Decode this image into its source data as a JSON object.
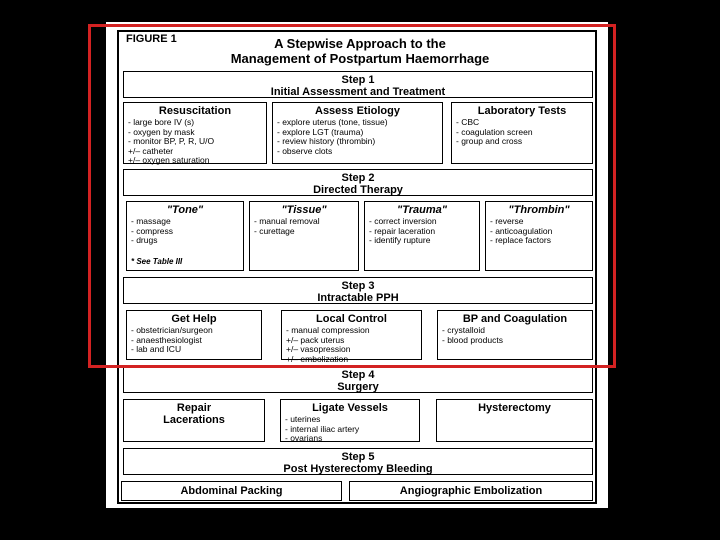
{
  "figure": {
    "label": "FIGURE 1",
    "title_line1": "A Stepwise Approach to the",
    "title_line2": "Management of Postpartum Haemorrhage"
  },
  "step1": {
    "number": "Step 1",
    "name": "Initial Assessment and Treatment",
    "boxes": [
      {
        "title": "Resuscitation",
        "items": [
          "- large bore IV (s)",
          "- oxygen by mask",
          "- monitor BP, P, R, U/O",
          "+/– catheter",
          "+/– oxygen saturation"
        ]
      },
      {
        "title": "Assess Etiology",
        "items": [
          "- explore uterus (tone, tissue)",
          "- explore LGT (trauma)",
          "- review history (thrombin)",
          "- observe clots"
        ]
      },
      {
        "title": "Laboratory Tests",
        "items": [
          "- CBC",
          "- coagulation screen",
          "- group and cross"
        ]
      }
    ]
  },
  "step2": {
    "number": "Step 2",
    "name": "Directed Therapy",
    "boxes": [
      {
        "title": "\"Tone\"",
        "items": [
          "- massage",
          "- compress",
          "- drugs"
        ],
        "note": "* See Table III"
      },
      {
        "title": "\"Tissue\"",
        "items": [
          "- manual removal",
          "- curettage"
        ]
      },
      {
        "title": "\"Trauma\"",
        "items": [
          "- correct inversion",
          "- repair laceration",
          "- identify rupture"
        ]
      },
      {
        "title": "\"Thrombin\"",
        "items": [
          "- reverse",
          "- anticoagulation",
          "- replace factors"
        ]
      }
    ]
  },
  "step3": {
    "number": "Step 3",
    "name": "Intractable PPH",
    "boxes": [
      {
        "title": "Get Help",
        "items": [
          "- obstetrician/surgeon",
          "- anaesthesiologist",
          "- lab and ICU"
        ]
      },
      {
        "title": "Local Control",
        "items": [
          "- manual compression",
          "+/– pack uterus",
          "+/– vasopression",
          "+/– embolization"
        ]
      },
      {
        "title": "BP and Coagulation",
        "items": [
          "- crystalloid",
          "- blood products"
        ]
      }
    ]
  },
  "step4": {
    "number": "Step 4",
    "name": "Surgery",
    "boxes": [
      {
        "title_line1": "Repair",
        "title_line2": "Lacerations"
      },
      {
        "title": "Ligate Vessels",
        "items": [
          "- uterines",
          "- internal iliac artery",
          "- ovarians"
        ]
      },
      {
        "title": "Hysterectomy"
      }
    ]
  },
  "step5": {
    "number": "Step 5",
    "name": "Post Hysterectomy Bleeding",
    "boxes": [
      {
        "title": "Abdominal Packing"
      },
      {
        "title": "Angiographic Embolization"
      }
    ]
  },
  "colors": {
    "highlight": "#d32222",
    "background": "#000000",
    "sheet": "#ffffff"
  }
}
